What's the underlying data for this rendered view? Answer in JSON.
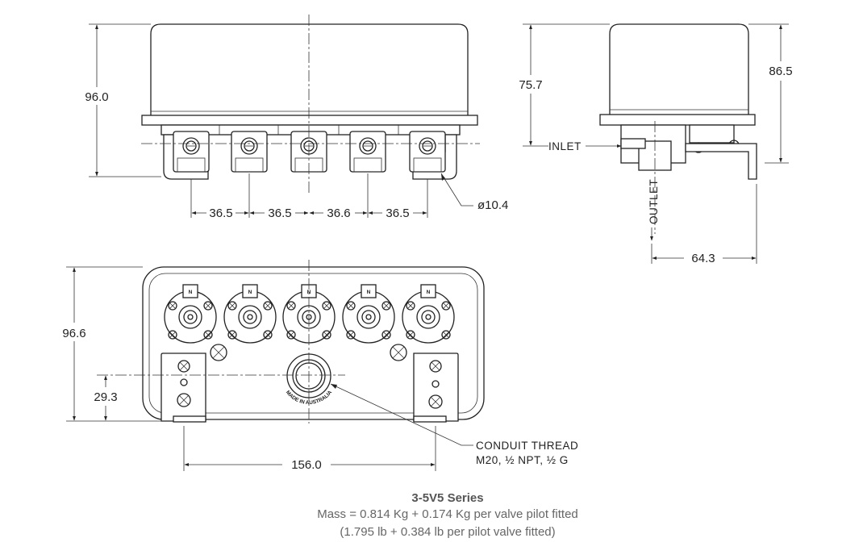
{
  "dimensions": {
    "front_height": "96.0",
    "spacing_1": "36.5",
    "spacing_2": "36.5",
    "spacing_3": "36.6",
    "spacing_4": "36.5",
    "port_diameter": "ø10.4",
    "side_body_height": "75.7",
    "side_total_height": "86.5",
    "side_depth": "64.3",
    "top_height": "96.6",
    "top_conduit_offset": "29.3",
    "top_width": "156.0"
  },
  "labels": {
    "inlet": "INLET",
    "outlet": "OUTLET",
    "conduit_line1": "CONDUIT THREAD",
    "conduit_line2": "M20, ½ NPT, ½ G",
    "made_in": "MADE IN AUSTRALIA",
    "valve_tag": "N"
  },
  "caption": {
    "title": "3-5V5 Series",
    "mass_metric": "Mass = 0.814 Kg + 0.174 Kg per valve pilot fitted",
    "mass_imperial": "(1.795 lb + 0.384 lb per pilot valve fitted)"
  }
}
